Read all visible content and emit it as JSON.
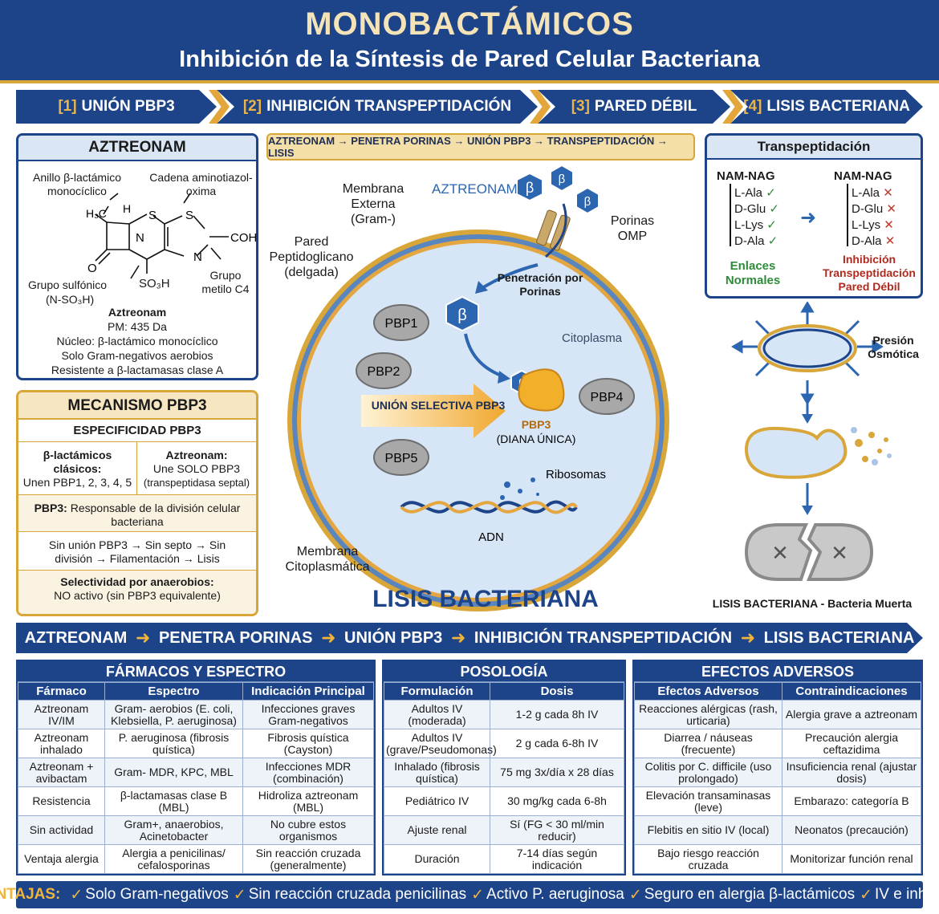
{
  "header": {
    "title": "MONOBACTÁMICOS",
    "subtitle": "Inhibición de la Síntesis de Pared Celular Bacteriana"
  },
  "steps": [
    {
      "num": "[1]",
      "label": "UNIÓN PBP3"
    },
    {
      "num": "[2]",
      "label": "INHIBICIÓN TRANSPEPTIDACIÓN"
    },
    {
      "num": "[3]",
      "label": "PARED DÉBIL"
    },
    {
      "num": "[4]",
      "label": "LISIS BACTERIANA"
    }
  ],
  "aztreonam": {
    "title": "AZTREONAM",
    "lbl_ring": "Anillo β-lactámico monocíclico",
    "lbl_chain": "Cadena aminotiazol-oxima",
    "lbl_sulfonic": "Grupo sulfónico",
    "lbl_sulfonic2": "(N-SO₃H)",
    "lbl_methyl": "Grupo metilo C4",
    "struct": {
      "h3c": "H₃C",
      "h": "H",
      "s1": "S",
      "s2": "S",
      "n1": "N",
      "n2": "N",
      "o": "O",
      "coh": "COH",
      "so3h": "SO₃H"
    },
    "name": "Aztreonam",
    "pm": "PM: 435 Da",
    "nucleus": "Núcleo: β-lactámico monocíclico",
    "gram": "Solo Gram-negativos aerobios",
    "resistant": "Resistente a β-lactamasas clase A"
  },
  "mechanism": {
    "title": "MECANISMO PBP3",
    "spec_title": "ESPECIFICIDAD PBP3",
    "classic_title": "β-lactámicos clásicos:",
    "classic_text": "Unen PBP1, 2, 3, 4, 5",
    "az_title": "Aztreonam:",
    "az_text1": "Une SOLO PBP3",
    "az_text2": "(transpeptidasa septal)",
    "pbp3_bold": "PBP3:",
    "pbp3_text": "Responsable de la división celular bacteriana",
    "chain": "Sin unión PBP3 → Sin septo → Sin división → Filamentación → Lisis",
    "anaerobe_title": "Selectividad por anaerobios:",
    "anaerobe_text": "NO activo (sin PBP3 equivalente)"
  },
  "center": {
    "banner": "AZTREONAM → PENETRA PORINAS → UNIÓN PBP3 → TRANSPEPTIDACIÓN → LISIS",
    "membrana_externa": "Membrana Externa (Gram-)",
    "aztreonam_label": "AZTREONAM",
    "beta": "β",
    "porinas": "Porinas OMP",
    "pared": "Pared Peptidoglicano (delgada)",
    "penetracion": "Penetración por Porinas",
    "citoplasma": "Citoplasma",
    "pbp1": "PBP1",
    "pbp2": "PBP2",
    "pbp4": "PBP4",
    "pbp5": "PBP5",
    "union": "UNIÓN SELECTIVA PBP3",
    "pbp3": "PBP3",
    "diana": "(DIANA ÚNICA)",
    "ribosomas": "Ribosomas",
    "adn": "ADN",
    "membrana_cito": "Membrana Citoplasmática",
    "lisis": "LISIS BACTERIANA"
  },
  "transpep": {
    "title": "Transpeptidación",
    "namnag1": "NAM-NAG",
    "namnag2": "NAM-NAG",
    "aminoacids": [
      "L-Ala",
      "D-Glu",
      "L-Lys",
      "D-Ala"
    ],
    "normal": "Enlaces Normales",
    "inhibicion": "Inhibición Transpeptidación Pared Débil",
    "check": "✓",
    "cross": "✕"
  },
  "lysis_side": {
    "presion": "Presión Osmótica",
    "caption": "LISIS BACTERIANA - Bacteria Muerta",
    "x": "✕"
  },
  "flow": [
    "AZTREONAM",
    "PENETRA PORINAS",
    "UNIÓN PBP3",
    "INHIBICIÓN TRANSPEPTIDACIÓN",
    "LISIS BACTERIANA"
  ],
  "flow_arrow": "➜",
  "farmacos": {
    "title": "FÁRMACOS Y ESPECTRO",
    "headers": [
      "Fármaco",
      "Espectro",
      "Indicación Principal"
    ],
    "rows": [
      [
        "Aztreonam IV/IM",
        "Gram- aerobios (E. coli, Klebsiella, P. aeruginosa)",
        "Infecciones graves Gram-negativos"
      ],
      [
        "Aztreonam inhalado",
        "P. aeruginosa (fibrosis quística)",
        "Fibrosis quística (Cayston)"
      ],
      [
        "Aztreonam + avibactam",
        "Gram- MDR, KPC, MBL",
        "Infecciones MDR (combinación)"
      ],
      [
        "Resistencia",
        "β-lactamasas clase B (MBL)",
        "Hidroliza aztreonam (MBL)"
      ],
      [
        "Sin actividad",
        "Gram+, anaerobios, Acinetobacter",
        "No cubre estos organismos"
      ],
      [
        "Ventaja alergia",
        "Alergia a penicilinas/ cefalosporinas",
        "Sin reacción cruzada (generalmente)"
      ]
    ]
  },
  "posologia": {
    "title": "POSOLOGÍA",
    "headers": [
      "Formulación",
      "Dosis"
    ],
    "rows": [
      [
        "Adultos IV (moderada)",
        "1-2 g cada 8h IV"
      ],
      [
        "Adultos IV (grave/Pseudomonas)",
        "2 g cada 6-8h IV"
      ],
      [
        "Inhalado (fibrosis quística)",
        "75 mg 3x/día x 28 días"
      ],
      [
        "Pediátrico IV",
        "30 mg/kg cada 6-8h"
      ],
      [
        "Ajuste renal",
        "Sí (FG < 30 ml/min reducir)"
      ],
      [
        "Duración",
        "7-14 días según indicación"
      ]
    ]
  },
  "adversos": {
    "title": "EFECTOS ADVERSOS",
    "headers": [
      "Efectos Adversos",
      "Contraindicaciones"
    ],
    "rows": [
      [
        "Reacciones alérgicas (rash, urticaria)",
        "Alergia grave a aztreonam"
      ],
      [
        "Diarrea / náuseas (frecuente)",
        "Precaución alergia ceftazidima"
      ],
      [
        "Colitis por C. difficile (uso prolongado)",
        "Insuficiencia renal (ajustar dosis)"
      ],
      [
        "Elevación transaminasas (leve)",
        "Embarazo: categoría B"
      ],
      [
        "Flebitis en sitio IV (local)",
        "Neonatos (precaución)"
      ],
      [
        "Bajo riesgo reacción cruzada",
        "Monitorizar función renal"
      ]
    ]
  },
  "footer": {
    "label": "VENTAJAS:",
    "check": "✓",
    "items": [
      "Solo Gram-negativos",
      "Sin reacción cruzada penicilinas",
      "Activo P. aeruginosa",
      "Seguro en alergia β-lactámicos",
      "IV e inhalado"
    ]
  },
  "colors": {
    "navy": "#1d4488",
    "gold": "#d9a63a",
    "green": "#2e8b3a",
    "red": "#c0392b"
  }
}
